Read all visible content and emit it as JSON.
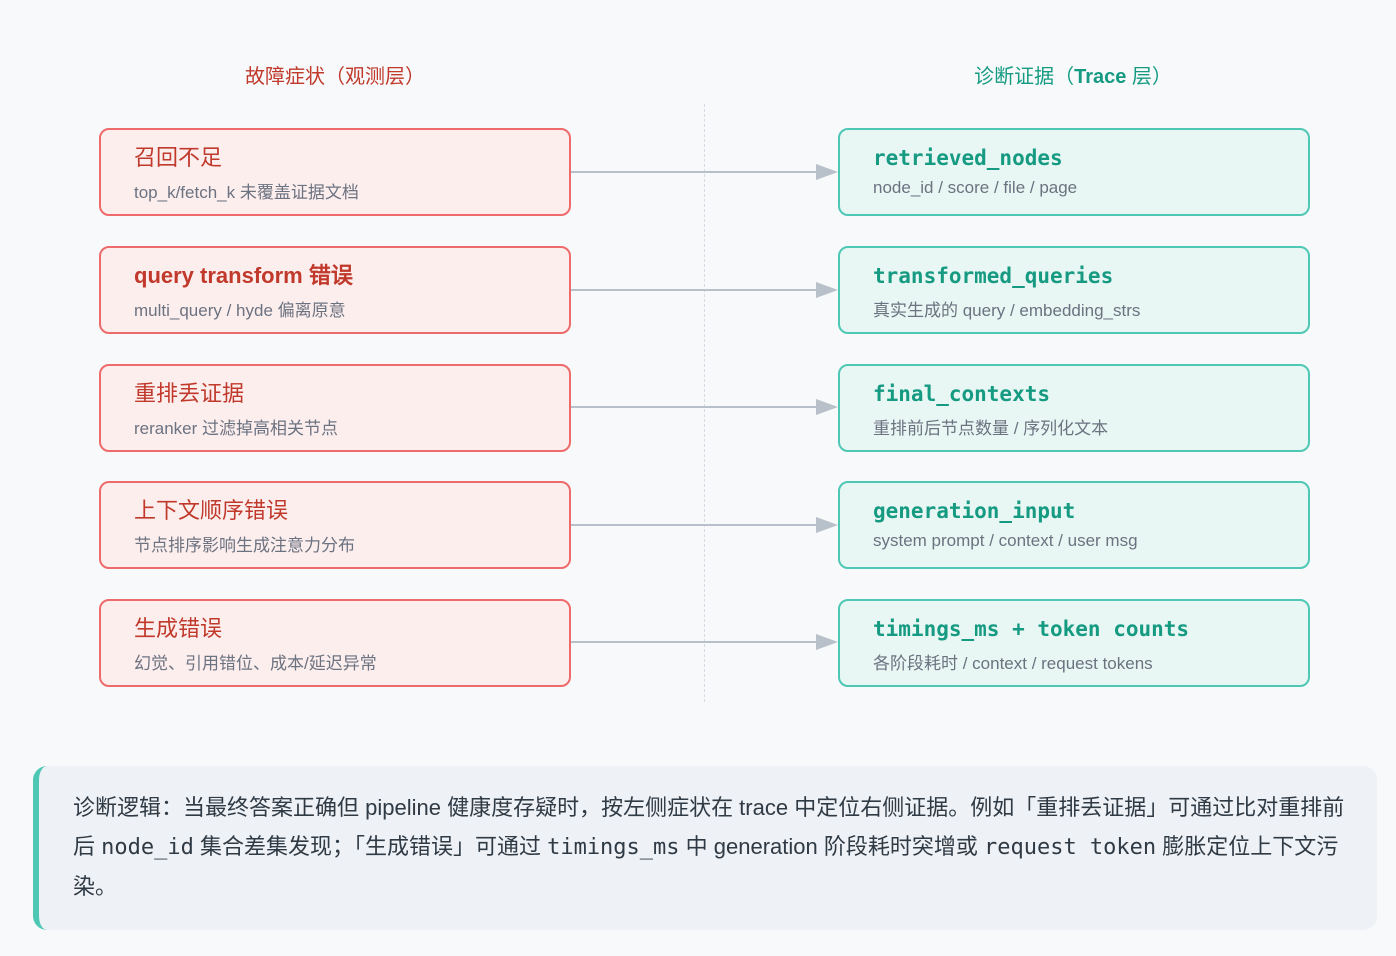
{
  "headers": {
    "left": "故障症状（观测层）",
    "right_prefix": "诊断证据（",
    "right_strong": "Trace",
    "right_suffix": " 层）"
  },
  "symptoms": [
    {
      "title": "召回不足",
      "sub": "top_k/fetch_k 未覆盖证据文档"
    },
    {
      "title": "query transform 错误",
      "sub": "multi_query / hyde 偏离原意"
    },
    {
      "title": "重排丢证据",
      "sub": "reranker 过滤掉高相关节点"
    },
    {
      "title": "上下文顺序错误",
      "sub": "节点排序影响生成注意力分布"
    },
    {
      "title": "生成错误",
      "sub": "幻觉、引用错位、成本/延迟异常"
    }
  ],
  "evidence": [
    {
      "title": "retrieved_nodes",
      "sub": "node_id / score / file / page"
    },
    {
      "title": "transformed_queries",
      "sub": "真实生成的 query / embedding_strs"
    },
    {
      "title": "final_contexts",
      "sub": "重排前后节点数量 / 序列化文本"
    },
    {
      "title": "generation_input",
      "sub": "system prompt / context / user msg"
    },
    {
      "title": "timings_ms + token counts",
      "sub": "各阶段耗时 / context / request tokens"
    }
  ],
  "note": {
    "t1": "诊断逻辑：当最终答案正确但 pipeline 健康度存疑时，按左侧症状在 trace 中定位右侧证据。例如「重排丢证据」可通过比对重排前后 ",
    "c1": "node_id",
    "t2": " 集合差集发现；「生成错误」可通过 ",
    "c2": "timings_ms",
    "t3": " 中 generation 阶段耗时突增或 ",
    "c3": "request token",
    "t4": " 膨胀定位上下文污染。"
  },
  "colors": {
    "symptom_border": "#ee6b6b",
    "symptom_fill": "#fdeeee",
    "evidence_border": "#4fc7b5",
    "evidence_fill": "#e8f7f4",
    "arrow": "#b8c0c9"
  }
}
